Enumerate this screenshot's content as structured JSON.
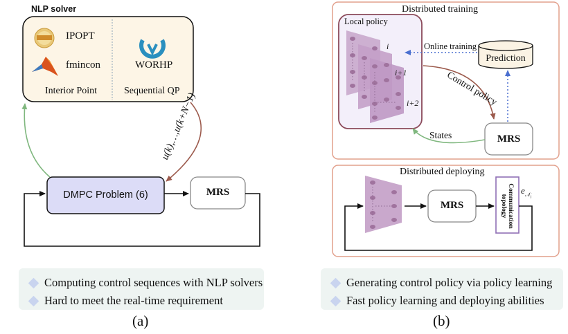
{
  "left_panel": {
    "solver_title": "NLP solver",
    "solvers": [
      {
        "name": "IPOPT",
        "icon": "coin-or-logo-icon"
      },
      {
        "name": "fmincon",
        "icon": "matlab-logo-icon"
      },
      {
        "name": "WORHP",
        "icon": "worhp-logo-icon"
      }
    ],
    "method_labels": [
      "Interior Point",
      "Sequential QP"
    ],
    "dmpc_label": "DMPC Problem (6)",
    "mrs_label": "MRS",
    "control_sequence_label": "u(k),…,u(k+N−1)",
    "bullets": [
      "Computing control sequences with NLP solvers",
      "Hard to meet the real-time requirement"
    ],
    "caption": "(a)"
  },
  "right_panel": {
    "training_title": "Distributed training",
    "local_policy_label": "Local policy",
    "layer_labels": [
      "i",
      "i+1",
      "i+2"
    ],
    "online_training_label": "Online training",
    "prediction_label": "Prediction",
    "control_policy_label": "Control policy",
    "states_label": "States",
    "mrs_label": "MRS",
    "deploying_title": "Distributed deploying",
    "deploy_mrs_label": "MRS",
    "communication_label": "Communication topology",
    "error_label": "e",
    "error_subscript": "𝒩",
    "error_subsubscript": "i",
    "bullets": [
      "Generating control policy via policy learning",
      "Fast policy learning and deploying abilities"
    ],
    "caption": "(b)"
  },
  "colors": {
    "solver_fill": "#fdf5e6",
    "dmpc_fill": "#dcdcf7",
    "panel_border": "#e2a08c",
    "local_policy_border": "#8b4a5a",
    "local_policy_fill": "#f3effa",
    "policy_layer": "#c9a8cc",
    "prediction_fill": "#fbf3e4",
    "green_arrow": "#7fb77e",
    "brown_arrow": "#9c5a4c",
    "blue_dotted": "#4a6fd0",
    "comm_border": "#8f70b5",
    "bullet_fill": "#eef4f2",
    "bullet_marker": "#c9d4ef"
  }
}
